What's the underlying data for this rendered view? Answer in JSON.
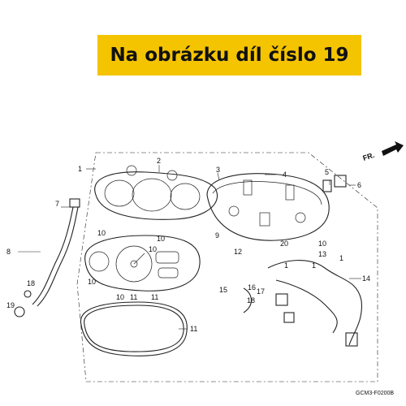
{
  "banner": {
    "text": "Na obrázku díl číslo 19",
    "color": "#f5c400"
  },
  "direction_marker": "FR.",
  "diagram_code": "GCM3-F0200B",
  "callouts": [
    "1",
    "2",
    "3",
    "4",
    "5",
    "6",
    "7",
    "8",
    "9",
    "10",
    "10",
    "10",
    "10",
    "10",
    "10",
    "11",
    "11",
    "11",
    "12",
    "13",
    "14",
    "15",
    "16",
    "17",
    "18",
    "18",
    "19",
    "20",
    "1",
    "1",
    "1"
  ]
}
